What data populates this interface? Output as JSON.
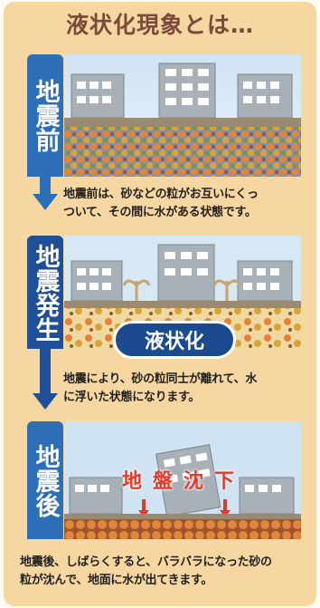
{
  "title": "液状化現象とは…",
  "stages": [
    {
      "label": "地震前",
      "description_lines": [
        "地震前は、砂などの粒がお互いにくっ",
        "ついて、その間に水がある状態です。"
      ]
    },
    {
      "label": "地震発生",
      "badge": "液状化",
      "description_lines": [
        "地震により、砂の粒同士が離れて、水",
        "に浮いた状態になります。"
      ]
    },
    {
      "label": "地震後",
      "annotation": "地盤沈下",
      "description_lines": [
        "地震後、しばらくすると、バラバラになった砂の",
        "粒が沈んで、地面に水が出てきます。"
      ]
    }
  ],
  "colors": {
    "panel_bg": "#f7d7a1",
    "title": "#7a4a3a",
    "label_blue": "#2c6fb7",
    "label_dark_blue": "#1f4f97",
    "badge": "#1b4a8e",
    "subsidence_text": "#e23b2a"
  }
}
